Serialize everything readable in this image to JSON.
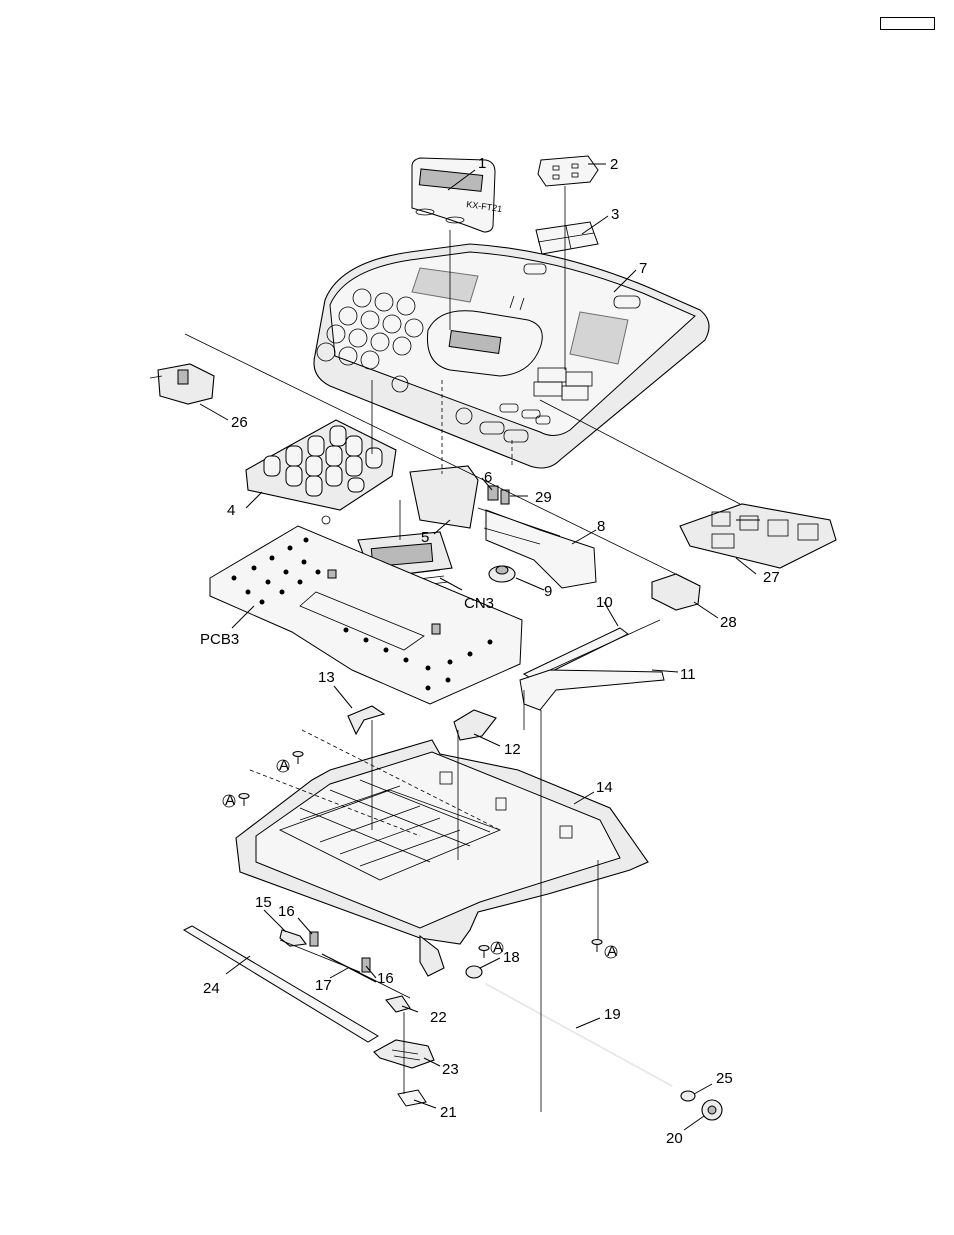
{
  "page": {
    "box_label": ""
  },
  "model_label": "KX-FT21",
  "callouts": {
    "c1": "1",
    "c2": "2",
    "c3": "3",
    "c4": "4",
    "c5": "5",
    "c6": "6",
    "c7": "7",
    "c8": "8",
    "c9": "9",
    "c10": "10",
    "c11": "11",
    "c12": "12",
    "c13": "13",
    "c14": "14",
    "c15": "15",
    "c16a": "16",
    "c16b": "16",
    "c17": "17",
    "c18": "18",
    "c19": "19",
    "c20": "20",
    "c21": "21",
    "c22": "22",
    "c23": "23",
    "c24": "24",
    "c25": "25",
    "c26": "26",
    "c27": "27",
    "c28": "28",
    "c29": "29",
    "cn3": "CN3",
    "pcb3": "PCB3"
  },
  "screw_marks": {
    "a1": "A",
    "a2": "A",
    "a3": "A",
    "a4": "A"
  }
}
